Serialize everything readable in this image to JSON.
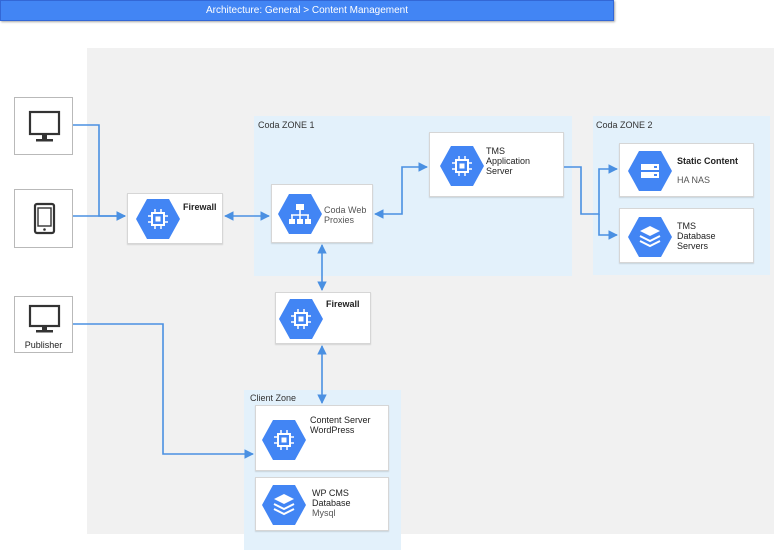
{
  "header": {
    "breadcrumb": "Architecture: General > Content Management"
  },
  "colors": {
    "accent": "#4285f4",
    "link": "#4a90e2",
    "zone": "#e3f1fb",
    "canvas": "#f1f1f1"
  },
  "zones": {
    "coda1": "Coda ZONE 1",
    "coda2": "Coda ZONE 2",
    "client": "Client Zone"
  },
  "devices": {
    "desktop": {
      "icon": "monitor-icon"
    },
    "tablet": {
      "icon": "tablet-icon"
    },
    "publisher": {
      "icon": "monitor-icon",
      "label": "Publisher"
    }
  },
  "nodes": {
    "firewall_main": {
      "title": "Firewall",
      "icon": "compute-chip-icon"
    },
    "coda_web_proxies": {
      "line1": "Coda Web",
      "line2": "Proxies",
      "icon": "network-icon"
    },
    "tms_app_server": {
      "line1": "TMS",
      "line2": "Application",
      "line3": "Server",
      "icon": "compute-chip-icon"
    },
    "static_content": {
      "title": "Static Content",
      "sub": "HA NAS",
      "icon": "storage-icon"
    },
    "tms_db": {
      "line1": "TMS",
      "line2": "Database",
      "line3": "Servers",
      "icon": "database-layers-icon"
    },
    "firewall_inner": {
      "title": "Firewall",
      "icon": "compute-chip-icon"
    },
    "content_server": {
      "line1": "Content Server",
      "line2": "WordPress",
      "icon": "compute-chip-icon"
    },
    "wp_cms_db": {
      "line1": "WP CMS",
      "line2": "Database",
      "sub": "Mysql",
      "icon": "database-layers-icon"
    }
  }
}
